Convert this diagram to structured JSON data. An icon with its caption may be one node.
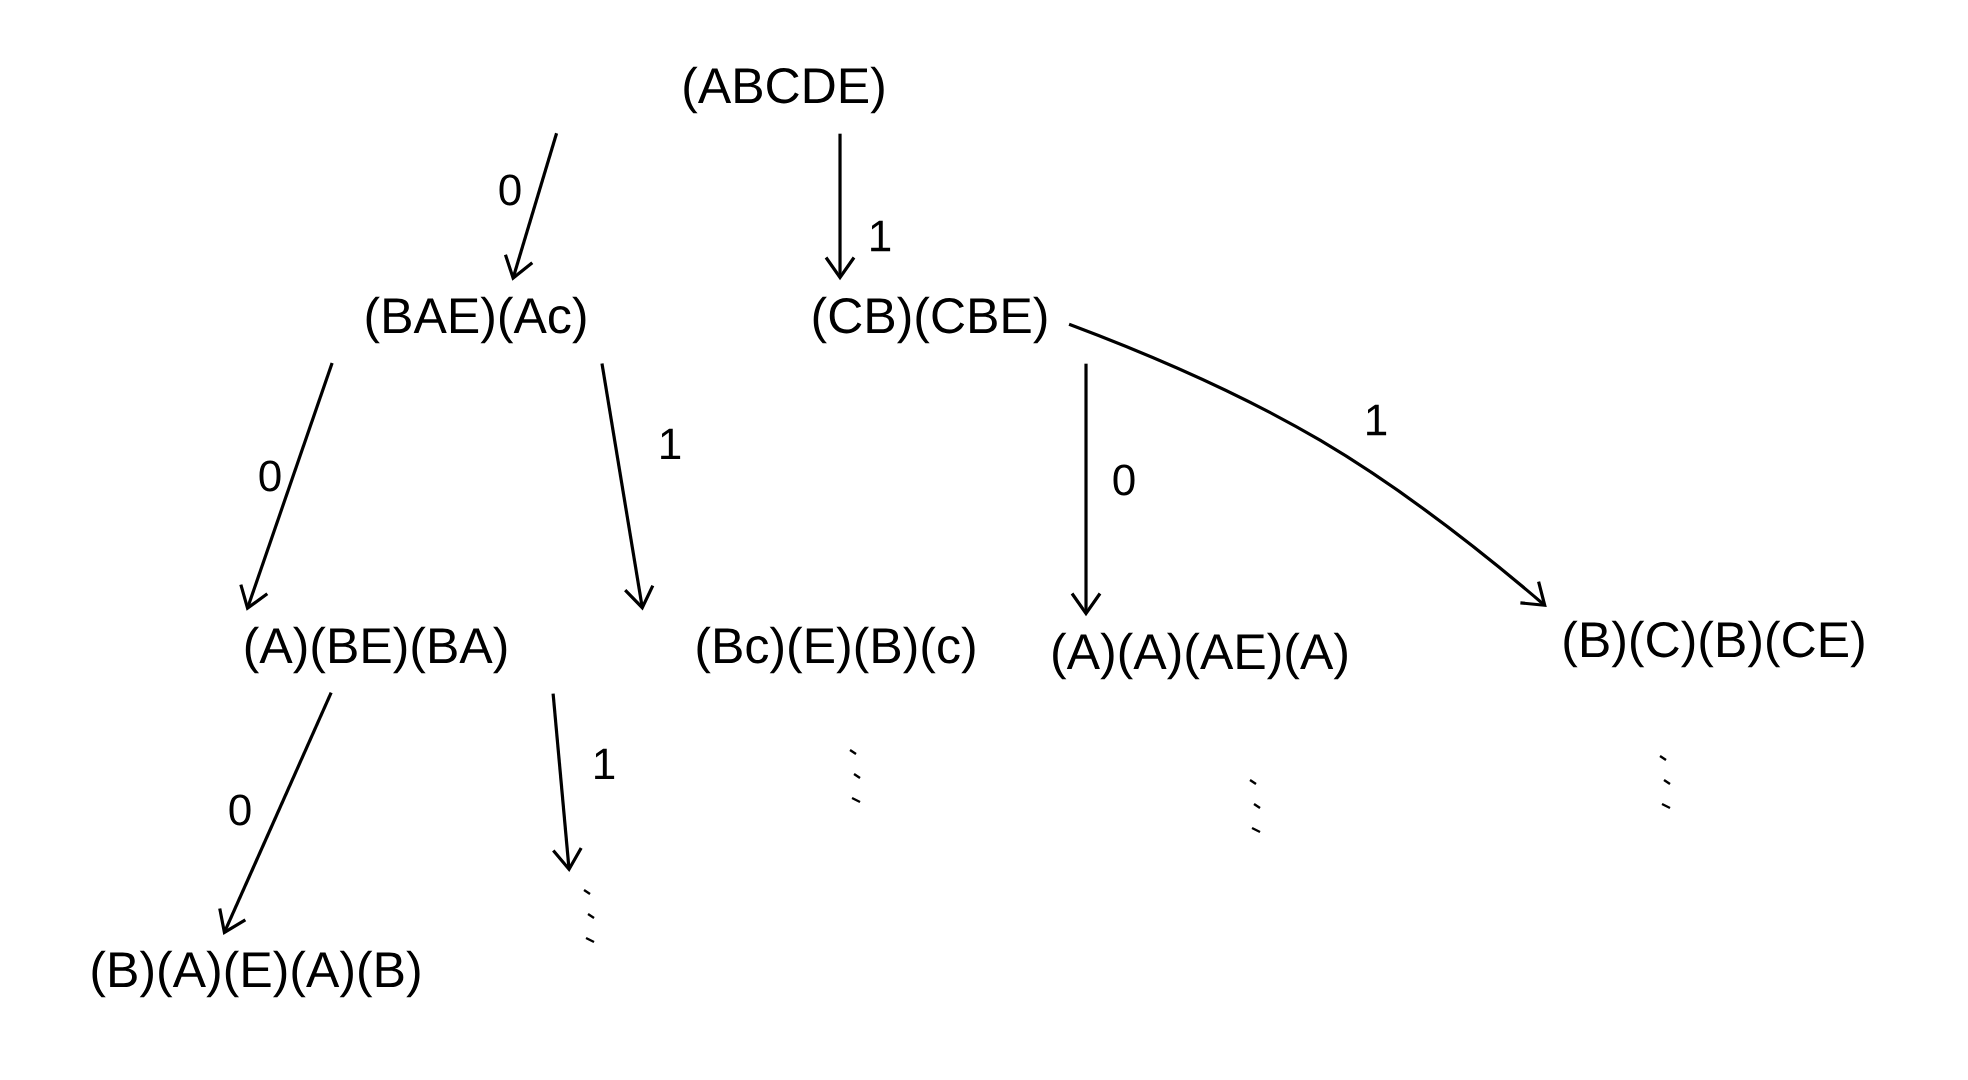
{
  "diagram": {
    "nodes": [
      {
        "text": [
          "(ABCDE)"
        ]
      },
      {
        "text": [
          "(BAE)(Ac)"
        ]
      },
      {
        "text": [
          "(CB)(CBE)"
        ]
      },
      {
        "text": [
          "(A)(BE)(BA)"
        ]
      },
      {
        "text": [
          "(Bc)(E)(B)(c)"
        ]
      },
      {
        "text": [
          "(A)(A)(AE)(A)"
        ]
      },
      {
        "text": [
          "(B)(C)(B)(CE)"
        ]
      },
      {
        "text": [
          "(B)(A)(E)(A)(B)"
        ]
      }
    ],
    "edges": [
      {
        "from": 0,
        "to": 1,
        "arrow": "to",
        "label": "0"
      },
      {
        "from": 0,
        "to": 2,
        "arrow": "to",
        "label": "1"
      },
      {
        "from": 1,
        "to": 3,
        "arrow": "to",
        "label": "0"
      },
      {
        "from": 1,
        "to": 4,
        "arrow": "to",
        "label": "1"
      },
      {
        "from": 2,
        "to": 5,
        "arrow": "to",
        "label": "0"
      },
      {
        "from": 2,
        "to": 6,
        "arrow": "to",
        "label": "1"
      },
      {
        "from": 3,
        "to": 7,
        "arrow": "to",
        "label": "0"
      },
      {
        "from": 3,
        "to": null,
        "arrow": "to",
        "label": "1"
      }
    ]
  }
}
